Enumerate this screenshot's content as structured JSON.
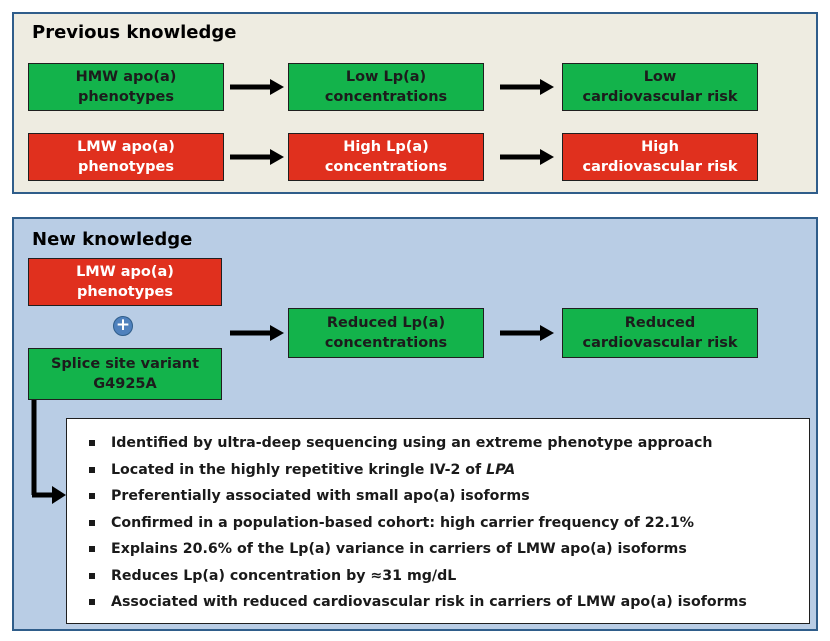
{
  "previous": {
    "title": "Previous knowledge",
    "row1": {
      "box1": "HMW apo(a)\nphenotypes",
      "box2": "Low Lp(a)\nconcentrations",
      "box3": "Low\ncardiovascular risk"
    },
    "row2": {
      "box1": "LMW apo(a)\nphenotypes",
      "box2": "High Lp(a)\nconcentrations",
      "box3": "High\ncardiovascular risk"
    }
  },
  "new": {
    "title": "New knowledge",
    "lmw_box": "LMW apo(a)\nphenotypes",
    "plus_symbol": "+",
    "variant_box": "Splice site variant\nG4925A",
    "reduced_lpa_box": "Reduced Lp(a)\nconcentrations",
    "reduced_risk_box": "Reduced\ncardiovascular risk",
    "facts": {
      "f1": "Identified by ultra-deep sequencing using an extreme phenotype approach",
      "f2_text": "Located in the highly repetitive kringle IV-2 of ",
      "f2_gene": "LPA",
      "f3": "Preferentially associated with small apo(a) isoforms",
      "f4": "Confirmed in a population-based cohort: high carrier frequency of 22.1%",
      "f5": "Explains 20.6% of the Lp(a) variance in carriers of LMW apo(a) isoforms",
      "f6": "Reduces Lp(a) concentration by ≈31 mg/dL",
      "f7": "Associated with reduced cardiovascular risk in carriers of LMW apo(a) isoforms"
    }
  },
  "colors": {
    "green": "#13b34b",
    "red": "#e0301e",
    "previous_bg": "#eeece1",
    "new_bg": "#b9cde5",
    "border": "#2f5d8a"
  }
}
